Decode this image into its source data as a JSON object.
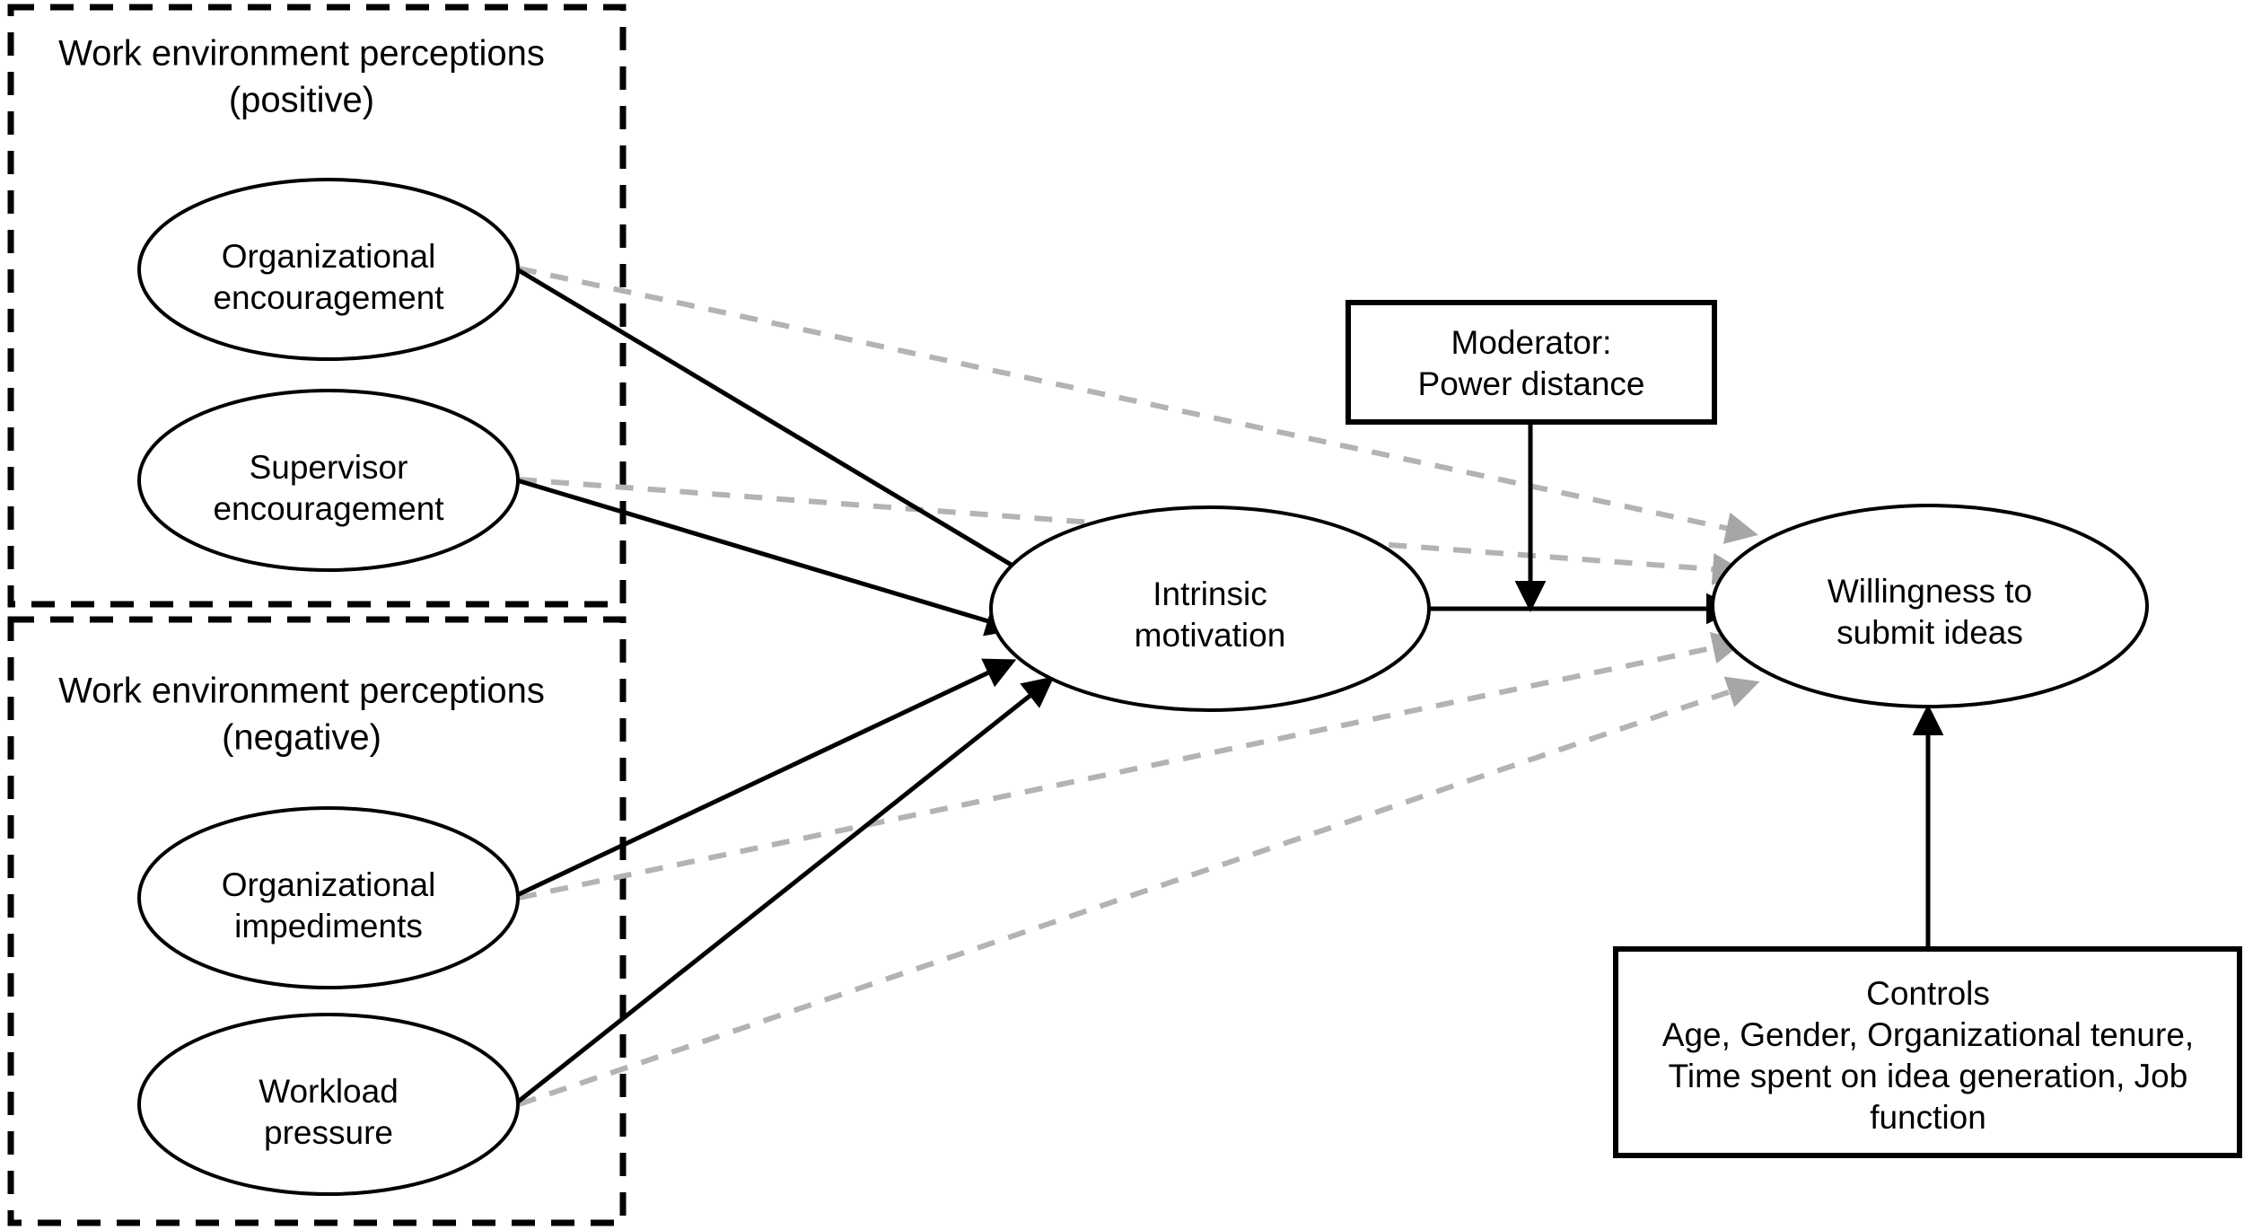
{
  "diagram": {
    "title_visible": false,
    "colors": {
      "stroke_solid": "#000000",
      "stroke_dashed": "#b3b3b3",
      "background": "#ffffff"
    },
    "groups": [
      {
        "id": "positive",
        "label_line1": "Work environment perceptions",
        "label_line2": "(positive)"
      },
      {
        "id": "negative",
        "label_line1": "Work environment perceptions",
        "label_line2": "(negative)"
      }
    ],
    "nodes": [
      {
        "id": "org-encouragement",
        "line1": "Organizational",
        "line2": "encouragement"
      },
      {
        "id": "sup-encouragement",
        "line1": "Supervisor",
        "line2": "encouragement"
      },
      {
        "id": "org-impediments",
        "line1": "Organizational",
        "line2": "impediments"
      },
      {
        "id": "workload-pressure",
        "line1": "Workload",
        "line2": "pressure"
      },
      {
        "id": "intrinsic-motivation",
        "line1": "Intrinsic",
        "line2": "motivation"
      },
      {
        "id": "willingness",
        "line1": "Willingness to",
        "line2": "submit ideas"
      }
    ],
    "boxes": [
      {
        "id": "moderator",
        "line1": "Moderator:",
        "line2": "Power distance"
      },
      {
        "id": "controls",
        "line1": "Controls",
        "line2": "Age, Gender, Organizational tenure,",
        "line3": "Time spent on idea generation, Job",
        "line4": "function"
      }
    ],
    "edges": [
      {
        "id": "org-enc-to-motivation",
        "style": "solid",
        "from": "org-encouragement",
        "to": "intrinsic-motivation"
      },
      {
        "id": "sup-enc-to-motivation",
        "style": "solid",
        "from": "sup-encouragement",
        "to": "intrinsic-motivation"
      },
      {
        "id": "org-imp-to-motivation",
        "style": "solid",
        "from": "org-impediments",
        "to": "intrinsic-motivation"
      },
      {
        "id": "workload-to-motivation",
        "style": "solid",
        "from": "workload-pressure",
        "to": "intrinsic-motivation"
      },
      {
        "id": "motivation-to-willingness",
        "style": "solid",
        "from": "intrinsic-motivation",
        "to": "willingness"
      },
      {
        "id": "moderator-to-path",
        "style": "solid",
        "from": "moderator",
        "to": "motivation-to-willingness"
      },
      {
        "id": "controls-to-willingness",
        "style": "solid",
        "from": "controls",
        "to": "willingness"
      },
      {
        "id": "org-enc-to-willingness",
        "style": "dashed",
        "from": "org-encouragement",
        "to": "willingness"
      },
      {
        "id": "sup-enc-to-willingness",
        "style": "dashed",
        "from": "sup-encouragement",
        "to": "willingness"
      },
      {
        "id": "org-imp-to-willingness",
        "style": "dashed",
        "from": "org-impediments",
        "to": "willingness"
      },
      {
        "id": "workload-to-willingness",
        "style": "dashed",
        "from": "workload-pressure",
        "to": "willingness"
      }
    ]
  }
}
